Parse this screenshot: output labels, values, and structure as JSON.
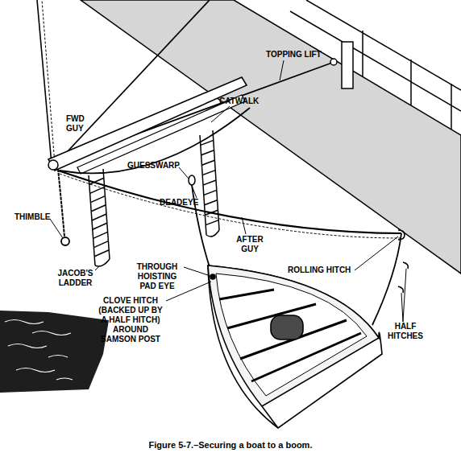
{
  "diagram": {
    "caption": "Figure 5-7.–Securing a boat to a boom.",
    "labels": [
      "TOPPING LIFT",
      "CATWALK",
      "FWD GUY",
      "GUESSWARP",
      "THIMBLE",
      "DEADEYE",
      "AFTER GUY",
      "JACOB'S LADDER",
      "THROUGH HOISTING PAD EYE",
      "ROLLING HITCH",
      "CLOVE HITCH (BACKED UP BY A HALF HITCH) AROUND SAMSON POST",
      "HALF HITCHES"
    ]
  }
}
